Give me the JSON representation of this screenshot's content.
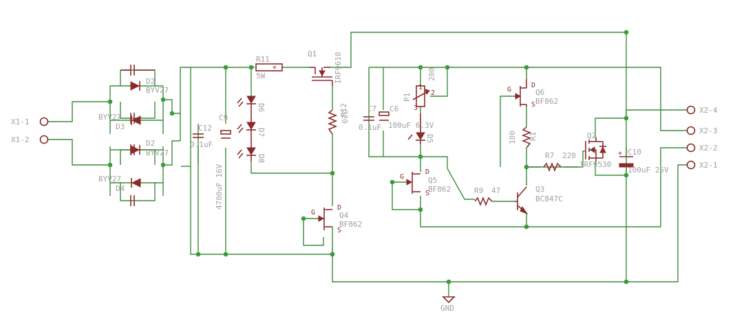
{
  "colors": {
    "wire": "#3a8c3a",
    "part": "#8b2a2a",
    "label": "#a0a0a0",
    "node": "#3a9c3a"
  },
  "connectors": {
    "x1_1": "X1-1",
    "x1_2": "X1-2",
    "x2_4": "X2-4",
    "x2_3": "X2-3",
    "x2_2": "X2-2",
    "x2_1": "X2-1"
  },
  "labels": {
    "d2_top": "D2",
    "byv27_1": "BYV27",
    "byv27_2": "BYV27",
    "d3": "D3",
    "d2_mid": "D2",
    "byv27_3": "BYV27",
    "byv27_4": "BYV27",
    "d4": "D4",
    "c12": "C12",
    "c12_val": "0.1uF",
    "c9": "C9",
    "c9_val": "4700uF 16V",
    "r11": "R11",
    "r11_val": "5W",
    "d6": "D6",
    "d7": "D7",
    "d8": "D8",
    "q1": "Q1",
    "q1_val": "IRF9610",
    "r12": "R12",
    "r12_val": "220",
    "c7": "C7",
    "c7_val": "0.1uF",
    "c6": "C6",
    "c6_val": "100uF 6.3V",
    "p1": "P1",
    "p1_val": "200",
    "p1_pin1": "1",
    "p1_pin2": "2",
    "p1_pin3": "3",
    "d5": "D5",
    "q6": "Q6",
    "q6_val": "BF862",
    "r1": "R1",
    "r1_val": "100",
    "q2": "Q2",
    "q2_val": "IRF9530",
    "c10": "C10",
    "c10_val": "100uF 25V",
    "r7": "R7",
    "r7_val": "220",
    "q5": "Q5",
    "q5_val": "BF862",
    "r9": "R9",
    "r9_val": "47",
    "q3": "Q3",
    "q3_val": "BC847C",
    "q4": "Q4",
    "q4_val": "BF862",
    "gnd": "GND",
    "pin_g": "G",
    "pin_d": "D",
    "pin_s": "S"
  }
}
